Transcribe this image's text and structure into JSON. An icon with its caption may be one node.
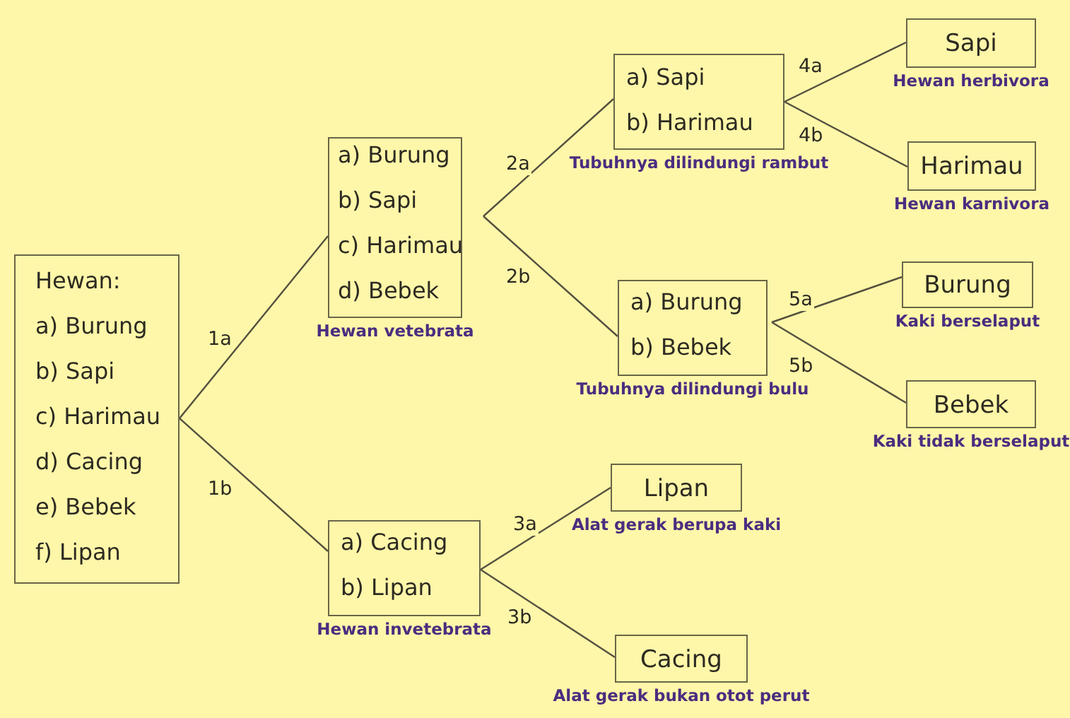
{
  "diagram": {
    "nodes": [
      {
        "text": [
          "Hewan:",
          "a) Burung",
          "b) Sapi",
          "c) Harimau",
          "d) Cacing",
          "e) Bebek",
          "f) Lipan"
        ]
      },
      {
        "text": [
          "a) Burung",
          "b) Sapi",
          "c) Harimau",
          "d) Bebek"
        ],
        "beside": [
          "Hewan vetebrata"
        ]
      },
      {
        "text": [
          "a) Cacing",
          "b) Lipan"
        ],
        "beside": [
          "Hewan invetebrata"
        ]
      },
      {
        "text": [
          "a) Sapi",
          "b) Harimau"
        ],
        "beside": [
          "Tubuhnya dilindungi rambut"
        ]
      },
      {
        "text": [
          "a) Burung",
          "b) Bebek"
        ],
        "beside": [
          "Tubuhnya dilindungi bulu"
        ]
      },
      {
        "text": [
          "Sapi"
        ],
        "beside": [
          "Hewan herbivora"
        ]
      },
      {
        "text": [
          "Harimau"
        ],
        "beside": [
          "Hewan karnivora"
        ]
      },
      {
        "text": [
          "Burung"
        ],
        "beside": [
          "Kaki berselaput"
        ]
      },
      {
        "text": [
          "Bebek"
        ],
        "beside": [
          "Kaki tidak berselaput"
        ]
      },
      {
        "text": [
          "Lipan"
        ],
        "beside": [
          "Alat gerak berupa kaki"
        ]
      },
      {
        "text": [
          "Cacing"
        ],
        "beside": [
          "Alat gerak bukan otot perut"
        ]
      }
    ],
    "edges": [
      {
        "from": 0,
        "to": 1,
        "arrow": "none",
        "label": "1a"
      },
      {
        "from": 0,
        "to": 2,
        "arrow": "none",
        "label": "1b"
      },
      {
        "from": 1,
        "to": 3,
        "arrow": "none",
        "label": "2a"
      },
      {
        "from": 1,
        "to": 4,
        "arrow": "none",
        "label": "2b"
      },
      {
        "from": 2,
        "to": 9,
        "arrow": "none",
        "label": "3a"
      },
      {
        "from": 2,
        "to": 10,
        "arrow": "none",
        "label": "3b"
      },
      {
        "from": 3,
        "to": 5,
        "arrow": "none",
        "label": "4a"
      },
      {
        "from": 3,
        "to": 6,
        "arrow": "none",
        "label": "4b"
      },
      {
        "from": 4,
        "to": 7,
        "arrow": "none",
        "label": "5a"
      },
      {
        "from": 4,
        "to": 8,
        "arrow": "none",
        "label": "5b"
      }
    ]
  }
}
